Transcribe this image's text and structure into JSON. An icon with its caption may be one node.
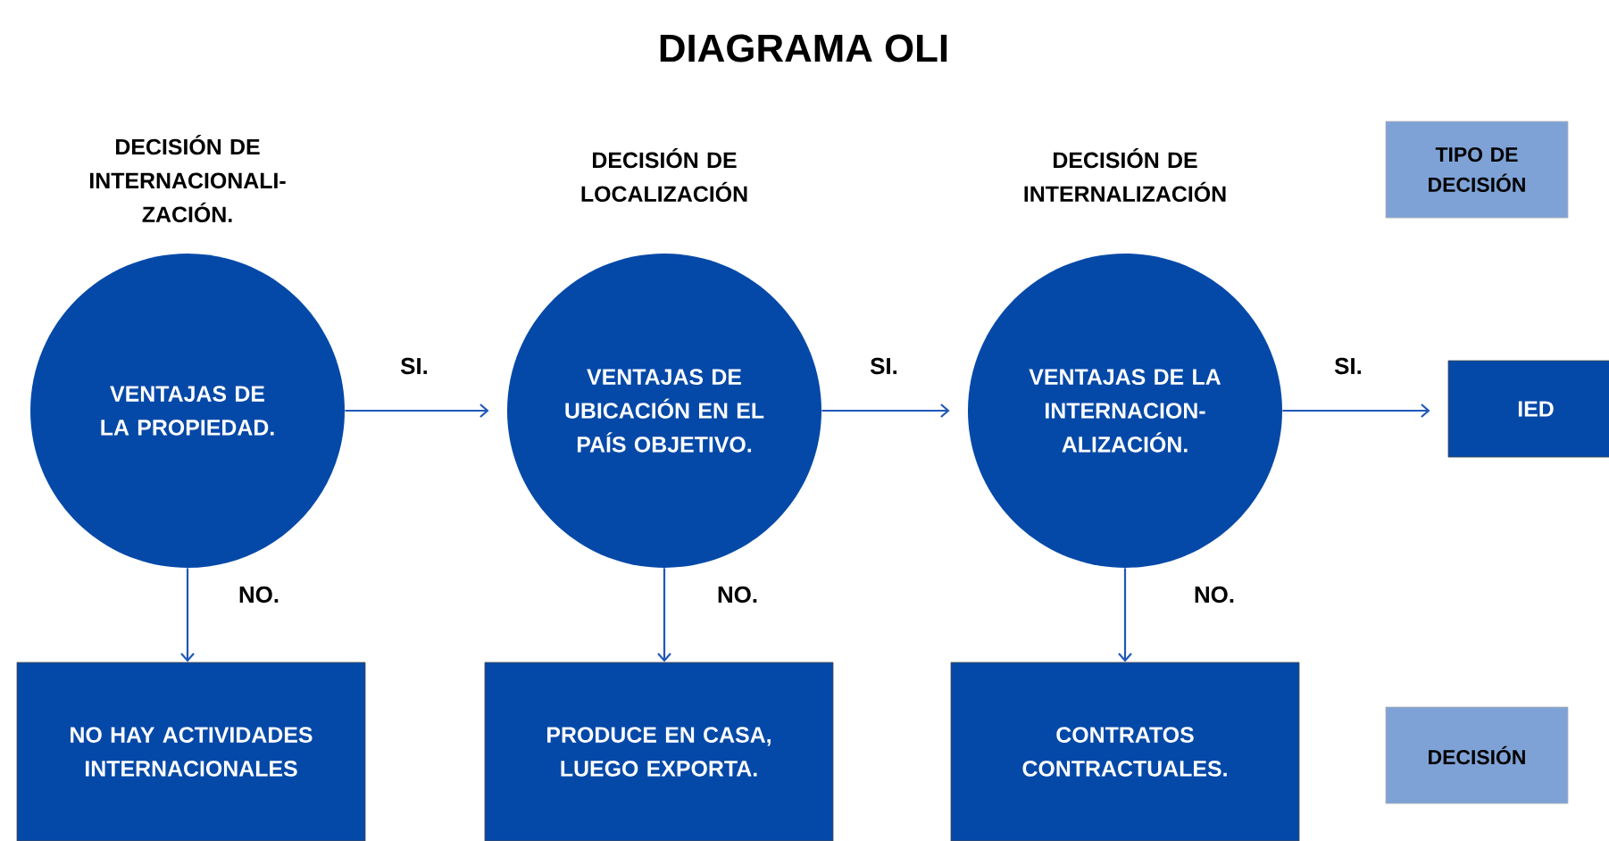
{
  "diagram": {
    "title": "DIAGRAMA OLI",
    "nodes": [
      {
        "text": [
          "DECISIÓN DE INTERNACIONALI- ZACIÓN.",
          "VENTAJAS DE LA PROPIEDAD."
        ]
      },
      {
        "text": [
          "DECISIÓN DE LOCALIZACIÓN",
          "VENTAJAS DE UBICACIÓN EN EL PAÍS OBJETIVO."
        ]
      },
      {
        "text": [
          "DECISIÓN DE INTERNALIZACIÓN",
          "VENTAJAS DE LA INTERNACION- ALIZACIÓN."
        ]
      },
      {
        "text": [
          "IED"
        ]
      },
      {
        "text": [
          "NO HAY ACTIVIDADES INTERNACIONALES"
        ]
      },
      {
        "text": [
          "PRODUCE EN CASA, LUEGO EXPORTA."
        ]
      },
      {
        "text": [
          "CONTRATOS CONTRACTUALES."
        ]
      },
      {
        "text": [
          "TIPO DE DECISIÓN"
        ]
      },
      {
        "text": [
          "DECISIÓN"
        ]
      }
    ],
    "edges": [
      {
        "from": 0,
        "to": 1,
        "arrow": "to",
        "label": "SI."
      },
      {
        "from": 1,
        "to": 2,
        "arrow": "to",
        "label": "SI."
      },
      {
        "from": 2,
        "to": 3,
        "arrow": "to",
        "label": "SI."
      },
      {
        "from": 0,
        "to": 4,
        "arrow": "to",
        "label": "NO."
      },
      {
        "from": 1,
        "to": 5,
        "arrow": "to",
        "label": "NO."
      },
      {
        "from": 2,
        "to": 6,
        "arrow": "to",
        "label": "NO."
      }
    ]
  }
}
